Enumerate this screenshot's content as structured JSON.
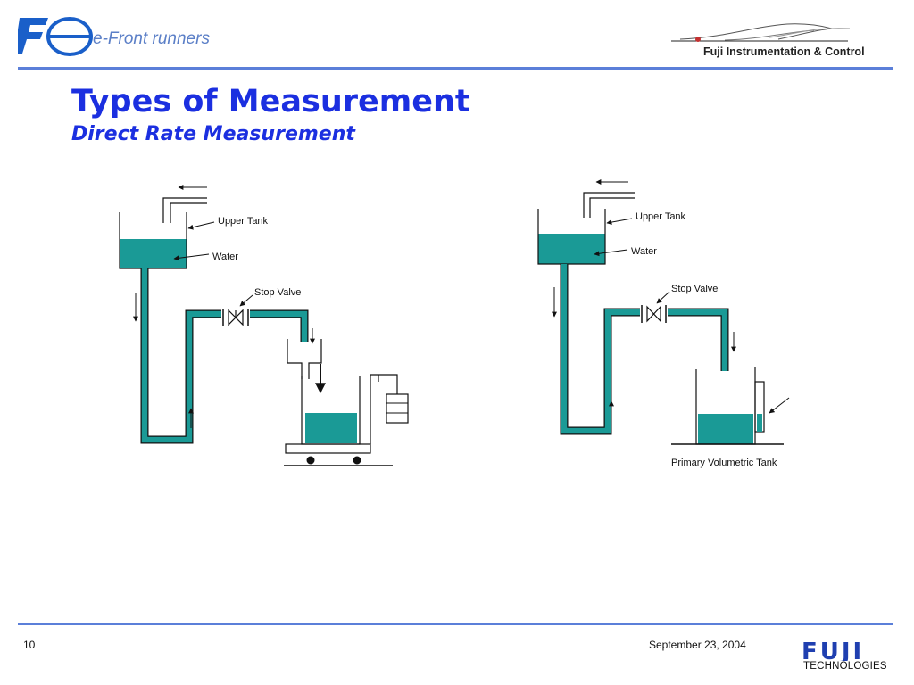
{
  "header": {
    "logo_letters": "Fe",
    "tagline": "e-Front runners",
    "brand": "Fuji Instrumentation & Control"
  },
  "slide": {
    "title": "Types of Measurement",
    "subtitle": "Direct Rate Measurement"
  },
  "diagram_left": {
    "labels": {
      "upper_tank": "Upper Tank",
      "water": "Water",
      "stop_valve": "Stop Valve"
    }
  },
  "diagram_right": {
    "labels": {
      "upper_tank": "Upper Tank",
      "water": "Water",
      "stop_valve": "Stop Valve",
      "primary_tank": "Primary Volumetric Tank"
    }
  },
  "colors": {
    "water": "#1a9a96",
    "title": "#1b2fe0",
    "rule": "#5b7fd9",
    "logo": "#1a5fc9"
  },
  "footer": {
    "page_number": "10",
    "date": "September 23, 2004",
    "company_mark": "FUJI",
    "company_sub": "TECHNOLOGIES"
  }
}
